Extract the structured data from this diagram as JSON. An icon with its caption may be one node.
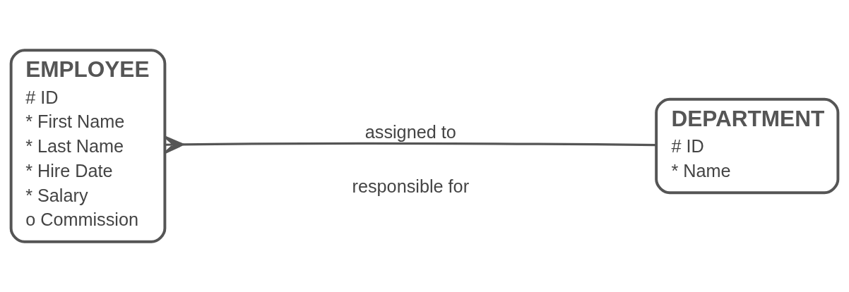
{
  "diagram": {
    "nodes": [
      {
        "text": [
          "EMPLOYEE",
          "# ID",
          "* First Name",
          "* Last Name",
          "* Hire Date",
          "* Salary",
          "o Commission"
        ]
      },
      {
        "text": [
          "DEPARTMENT",
          "# ID",
          "* Name"
        ]
      }
    ],
    "edges": [
      {
        "from": 0,
        "to": 1,
        "arrow": "other",
        "label": "assigned to"
      }
    ],
    "labels": [
      "responsible for"
    ]
  }
}
